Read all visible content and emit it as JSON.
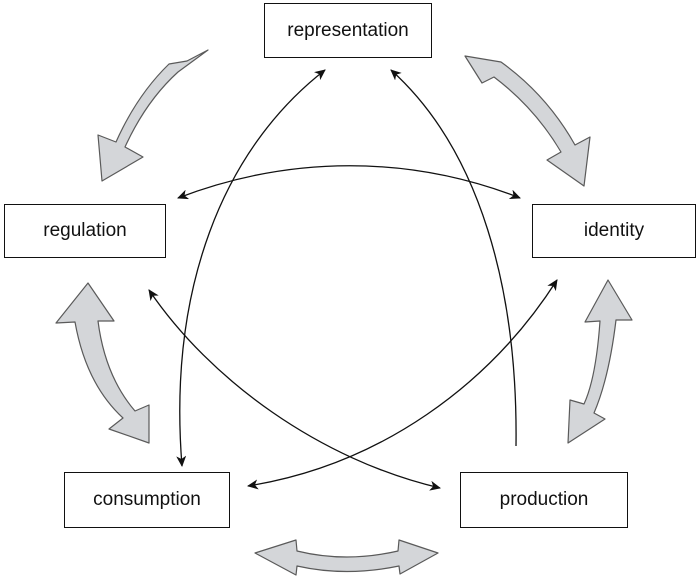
{
  "nodes": {
    "representation": "representation",
    "regulation": "regulation",
    "identity": "identity",
    "consumption": "consumption",
    "production": "production"
  },
  "style": {
    "block_arrow_fill": "#d4d6d9",
    "block_arrow_stroke": "#5a5a5a",
    "line_color": "#111111"
  }
}
